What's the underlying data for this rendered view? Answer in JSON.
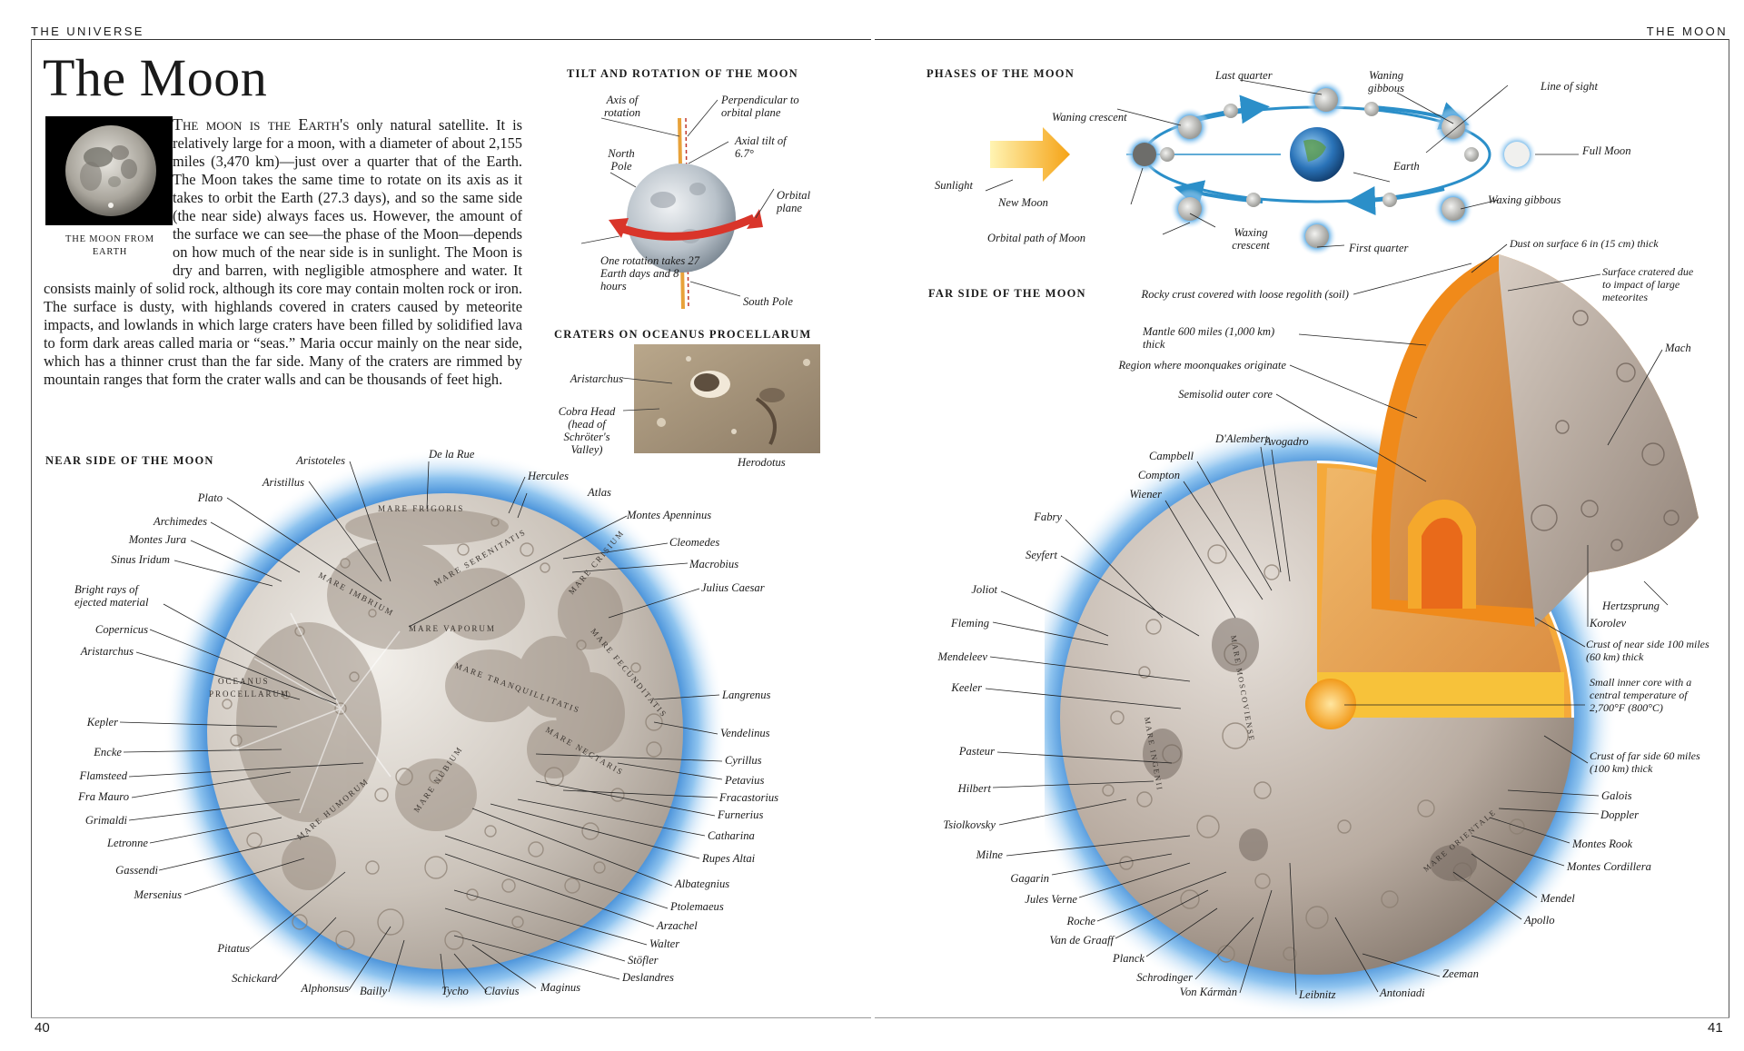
{
  "header": {
    "left": "THE UNIVERSE",
    "right": "THE MOON"
  },
  "title": "The Moon",
  "intro": {
    "lead": "The moon is the Earth's",
    "text": " only natural satellite. It is relatively large for a moon, with a diameter of about 2,155 miles (3,470 km)—just over a quarter that of the Earth. The Moon takes the same time to rotate on its axis as it takes to orbit the Earth (27.3 days), and so the same side (the near side) always faces us. However, the amount of the surface we can see—the phase of the Moon—depends on how much of the near side is in sunlight. The Moon is dry and barren, with negligible atmosphere and water. It consists mainly of solid rock, although its core may contain molten rock or iron. The surface is dusty, with highlands covered in craters caused by meteorite impacts, and lowlands in which large craters have been filled by solidified lava to form dark areas called maria or “seas.” Maria occur mainly on the near side, which has a thinner crust than the far side. Many of the craters are rimmed by mountain ranges that form the crater walls and can be thousands of feet high."
  },
  "photo_caption": "THE MOON FROM EARTH",
  "tilt": {
    "title": "TILT AND ROTATION OF THE MOON",
    "labels": [
      "Axis of rotation",
      "Perpendicular to orbital plane",
      "Axial tilt of 6.7°",
      "North Pole",
      "Orbital plane",
      "One rotation takes 27 Earth days and 8 hours",
      "South Pole"
    ]
  },
  "craters": {
    "title": "CRATERS ON OCEANUS PROCELLARUM",
    "labels": [
      "Aristarchus",
      "Cobra Head (head of Schröter's Valley)",
      "Herodotus"
    ]
  },
  "near_side": {
    "title": "NEAR SIDE OF THE MOON",
    "left_labels": [
      "Aristoteles",
      "Aristillus",
      "Plato",
      "Archimedes",
      "Montes Jura",
      "Sinus Iridum",
      "Bright rays of ejected material",
      "Copernicus",
      "Aristarchus",
      "Kepler",
      "Encke",
      "Flamsteed",
      "Fra Mauro",
      "Grimaldi",
      "Letronne",
      "Gassendi",
      "Mersenius",
      "Pitatus",
      "Schickard",
      "Alphonsus",
      "Bailly"
    ],
    "right_labels": [
      "De la Rue",
      "Hercules",
      "Atlas",
      "Montes Apenninus",
      "Cleomedes",
      "Macrobius",
      "Julius Caesar",
      "Langrenus",
      "Vendelinus",
      "Cyrillus",
      "Petavius",
      "Fracastorius",
      "Furnerius",
      "Catharina",
      "Rupes Altai",
      "Albategnius",
      "Ptolemaeus",
      "Arzachel",
      "Walter",
      "Stöfler",
      "Deslandres",
      "Maginus",
      "Clavius",
      "Tycho"
    ],
    "maria": [
      "MARE FRIGORIS",
      "MARE IMBRIUM",
      "MARE SERENITATIS",
      "MARE CRISIUM",
      "MARE VAPORUM",
      "MARE TRANQUILLITATIS",
      "OCEANUS PROCELLARUM",
      "MARE FECUNDITATIS",
      "MARE NECTARIS",
      "MARE NUBIUM",
      "MARE HUMORUM"
    ]
  },
  "phases": {
    "title": "PHASES OF THE MOON",
    "labels": [
      "Last quarter",
      "Waning gibbous",
      "Line of sight",
      "Waning crescent",
      "Full Moon",
      "Sunlight",
      "Earth",
      "New Moon",
      "Waxing gibbous",
      "Orbital path of Moon",
      "Waxing crescent",
      "First quarter"
    ]
  },
  "far_side": {
    "title": "FAR SIDE OF THE MOON",
    "labels_left": [
      "Rocky crust covered with loose regolith (soil)",
      "Mantle 600 miles (1,000 km) thick",
      "Region where moonquakes originate",
      "Semisolid outer core",
      "D'Alembert",
      "Avogadro",
      "Campbell",
      "Compton",
      "Wiener",
      "Fabry",
      "Seyfert",
      "Joliot",
      "Fleming",
      "Mendeleev",
      "Keeler",
      "Pasteur",
      "Hilbert",
      "Tsiolkovsky",
      "Milne",
      "Gagarin",
      "Jules Verne",
      "Roche",
      "Van de Graaff",
      "Planck",
      "Schrodinger",
      "Von Kármàn",
      "Leibnitz",
      "Antoniadi",
      "Zeeman"
    ],
    "labels_right": [
      "Dust on surface 6 in (15 cm) thick",
      "Surface cratered due to impact of large meteorites",
      "Mach",
      "Hertzsprung",
      "Korolev",
      "Crust of near side 100 miles (60 km) thick",
      "Small inner core with a central temperature of 2,700°F (800°C)",
      "Crust of far side 60 miles (100 km) thick",
      "Galois",
      "Doppler",
      "Montes Rook",
      "Montes Cordillera",
      "Mendel",
      "Apollo"
    ],
    "maria": [
      "MARE MOSCOVIENSE",
      "MARE INGENII",
      "MARE ORIENTALE"
    ]
  },
  "folio": {
    "left": "40",
    "right": "41"
  },
  "colors": {
    "moon_surface": "#c9c3bc",
    "moon_glow": "#3b8fd9",
    "core_orange": "#f28c1a",
    "mantle": "#d98a3e",
    "arrow_blue": "#2b8fc9",
    "sunlight": "#f5c216"
  }
}
